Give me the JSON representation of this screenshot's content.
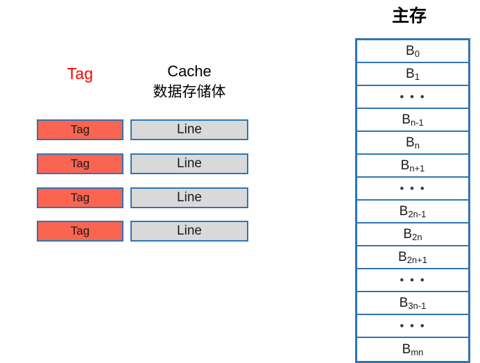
{
  "cache": {
    "tag_header": "Tag",
    "data_header_line1": "Cache",
    "data_header_line2": "数据存储体",
    "rows": [
      {
        "tag": "Tag",
        "line": "Line"
      },
      {
        "tag": "Tag",
        "line": "Line"
      },
      {
        "tag": "Tag",
        "line": "Line"
      },
      {
        "tag": "Tag",
        "line": "Line"
      }
    ]
  },
  "memory": {
    "title": "主存",
    "rows": [
      {
        "base": "B",
        "sub": "0",
        "ellipsis": false
      },
      {
        "base": "B",
        "sub": "1",
        "ellipsis": false
      },
      {
        "base": "…",
        "sub": "",
        "ellipsis": true
      },
      {
        "base": "B",
        "sub": "n-1",
        "ellipsis": false
      },
      {
        "base": "B",
        "sub": "n",
        "ellipsis": false
      },
      {
        "base": "B",
        "sub": "n+1",
        "ellipsis": false
      },
      {
        "base": "…",
        "sub": "",
        "ellipsis": true
      },
      {
        "base": "B",
        "sub": "2n-1",
        "ellipsis": false
      },
      {
        "base": "B",
        "sub": "2n",
        "ellipsis": false
      },
      {
        "base": "B",
        "sub": "2n+1",
        "ellipsis": false
      },
      {
        "base": "…",
        "sub": "",
        "ellipsis": true
      },
      {
        "base": "B",
        "sub": "3n-1",
        "ellipsis": false
      },
      {
        "base": "…",
        "sub": "",
        "ellipsis": true
      },
      {
        "base": "B",
        "sub": "mn",
        "ellipsis": false
      }
    ]
  },
  "colors": {
    "tag_fill": "#FA6450",
    "line_fill": "#D9D9D9",
    "border_blue": "#2E75B6",
    "tag_header_red": "#FF0000",
    "background": "#FFFFFF"
  }
}
